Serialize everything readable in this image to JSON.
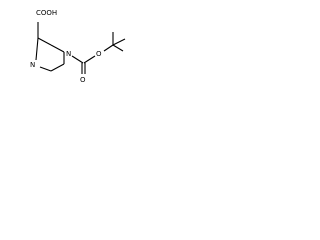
{
  "molecule": {
    "atoms": {
      "carboxyl_group": "COOH",
      "ring_nitrogen_bottom": "N",
      "ring_nitrogen_right": "N",
      "boc_carbonyl_oxygen": "O",
      "boc_ether_oxygen": "O"
    },
    "colors": {
      "line": "#000000",
      "background": "#ffffff"
    }
  }
}
